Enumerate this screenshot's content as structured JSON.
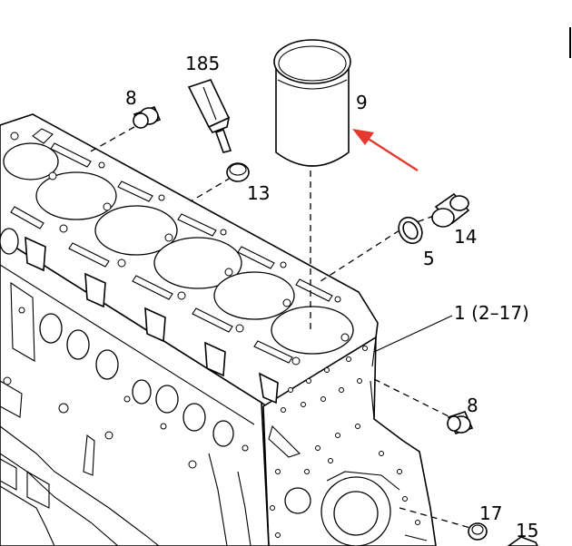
{
  "labels": {
    "oil_filter": "185",
    "plug_8_top": "8",
    "liner": "9",
    "cap_13": "13",
    "plug_14": "14",
    "gasket_5": "5",
    "block": "1 (2–17)",
    "plug_8_side": "8",
    "part_17": "17",
    "part_15": "15"
  },
  "colors": {
    "line": "#000000",
    "arrow": "#e23a2e",
    "background": "#ffffff"
  }
}
